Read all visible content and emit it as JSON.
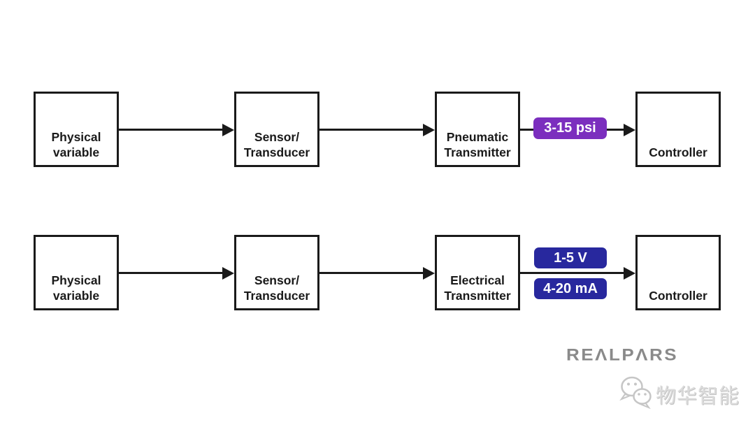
{
  "diagram": {
    "rows": [
      {
        "id": "pneumatic-signal-path",
        "boxes": [
          {
            "lines": [
              "Physical",
              "variable"
            ]
          },
          {
            "lines": [
              "Sensor/",
              "Transducer"
            ]
          },
          {
            "lines": [
              "Pneumatic",
              "Transmitter"
            ]
          },
          {
            "lines": [
              "Controller"
            ]
          }
        ],
        "signals": [
          {
            "text": "3-15 psi",
            "color": "#7b2ebe"
          }
        ]
      },
      {
        "id": "electrical-signal-path",
        "boxes": [
          {
            "lines": [
              "Physical",
              "variable"
            ]
          },
          {
            "lines": [
              "Sensor/",
              "Transducer"
            ]
          },
          {
            "lines": [
              "Electrical",
              "Transmitter"
            ]
          },
          {
            "lines": [
              "Controller"
            ]
          }
        ],
        "signals": [
          {
            "text": "1-5 V",
            "color": "#28289e"
          },
          {
            "text": "4-20 mA",
            "color": "#28289e"
          }
        ]
      }
    ]
  },
  "branding": {
    "logo_text": "REALPARS",
    "logo_display": "REΛLPΛRS",
    "logo_color": "#8a8a8a",
    "watermark_text": "物华智能",
    "wechat_icon": "wechat-icon",
    "watermark_color": "#dcdcdc"
  },
  "colors": {
    "background": "#ffffff",
    "line": "#1a1a1a",
    "pneumatic_signal": "#7b2ebe",
    "electrical_signal": "#28289e"
  }
}
